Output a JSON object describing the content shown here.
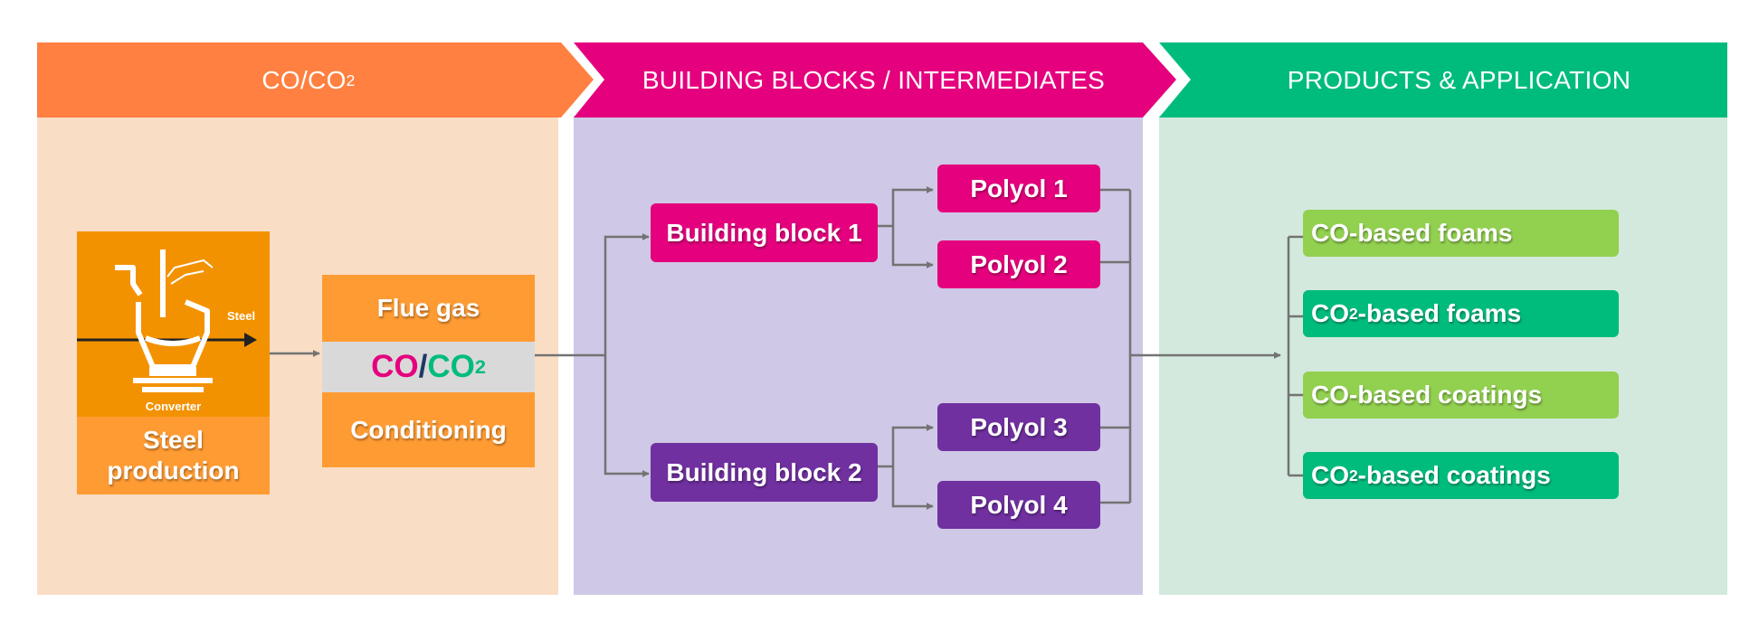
{
  "headers": {
    "col1": {
      "main": "CO/CO",
      "sub": "2"
    },
    "col2": "BUILDING BLOCKS / INTERMEDIATES",
    "col3": "PRODUCTS & APPLICATION"
  },
  "steel": {
    "steel_label": "Steel",
    "converter_label": "Converter",
    "caption_line1": "Steel",
    "caption_line2": "production"
  },
  "conditioning": {
    "flue_gas": "Flue gas",
    "co": "CO",
    "slash": "/",
    "co2_main": "CO",
    "co2_sub": "2",
    "label": "Conditioning"
  },
  "building_blocks": [
    "Building block 1",
    "Building block 2"
  ],
  "polyols": [
    "Polyol 1",
    "Polyol 2",
    "Polyol 3",
    "Polyol 4"
  ],
  "products": [
    {
      "main": "CO-based foams",
      "sub": "",
      "rest": ""
    },
    {
      "main": "CO",
      "sub": "2",
      "rest": "-based foams"
    },
    {
      "main": "CO-based coatings",
      "sub": "",
      "rest": ""
    },
    {
      "main": "CO",
      "sub": "2",
      "rest": "-based coatings"
    }
  ],
  "colors": {
    "orange_header": "#FF8040",
    "pink_header": "#E5007D",
    "green_header": "#00BC7C",
    "orange_bg": "#FADDC5",
    "purple_bg": "#CFC8E6",
    "green_bg": "#D3E9DD",
    "box_orange": "#FF9B33",
    "bb_pink": "#E5007D",
    "bb_purple": "#7030A0",
    "prod_light_green": "#92D050",
    "prod_green": "#00BC7C",
    "connector": "#737373"
  }
}
